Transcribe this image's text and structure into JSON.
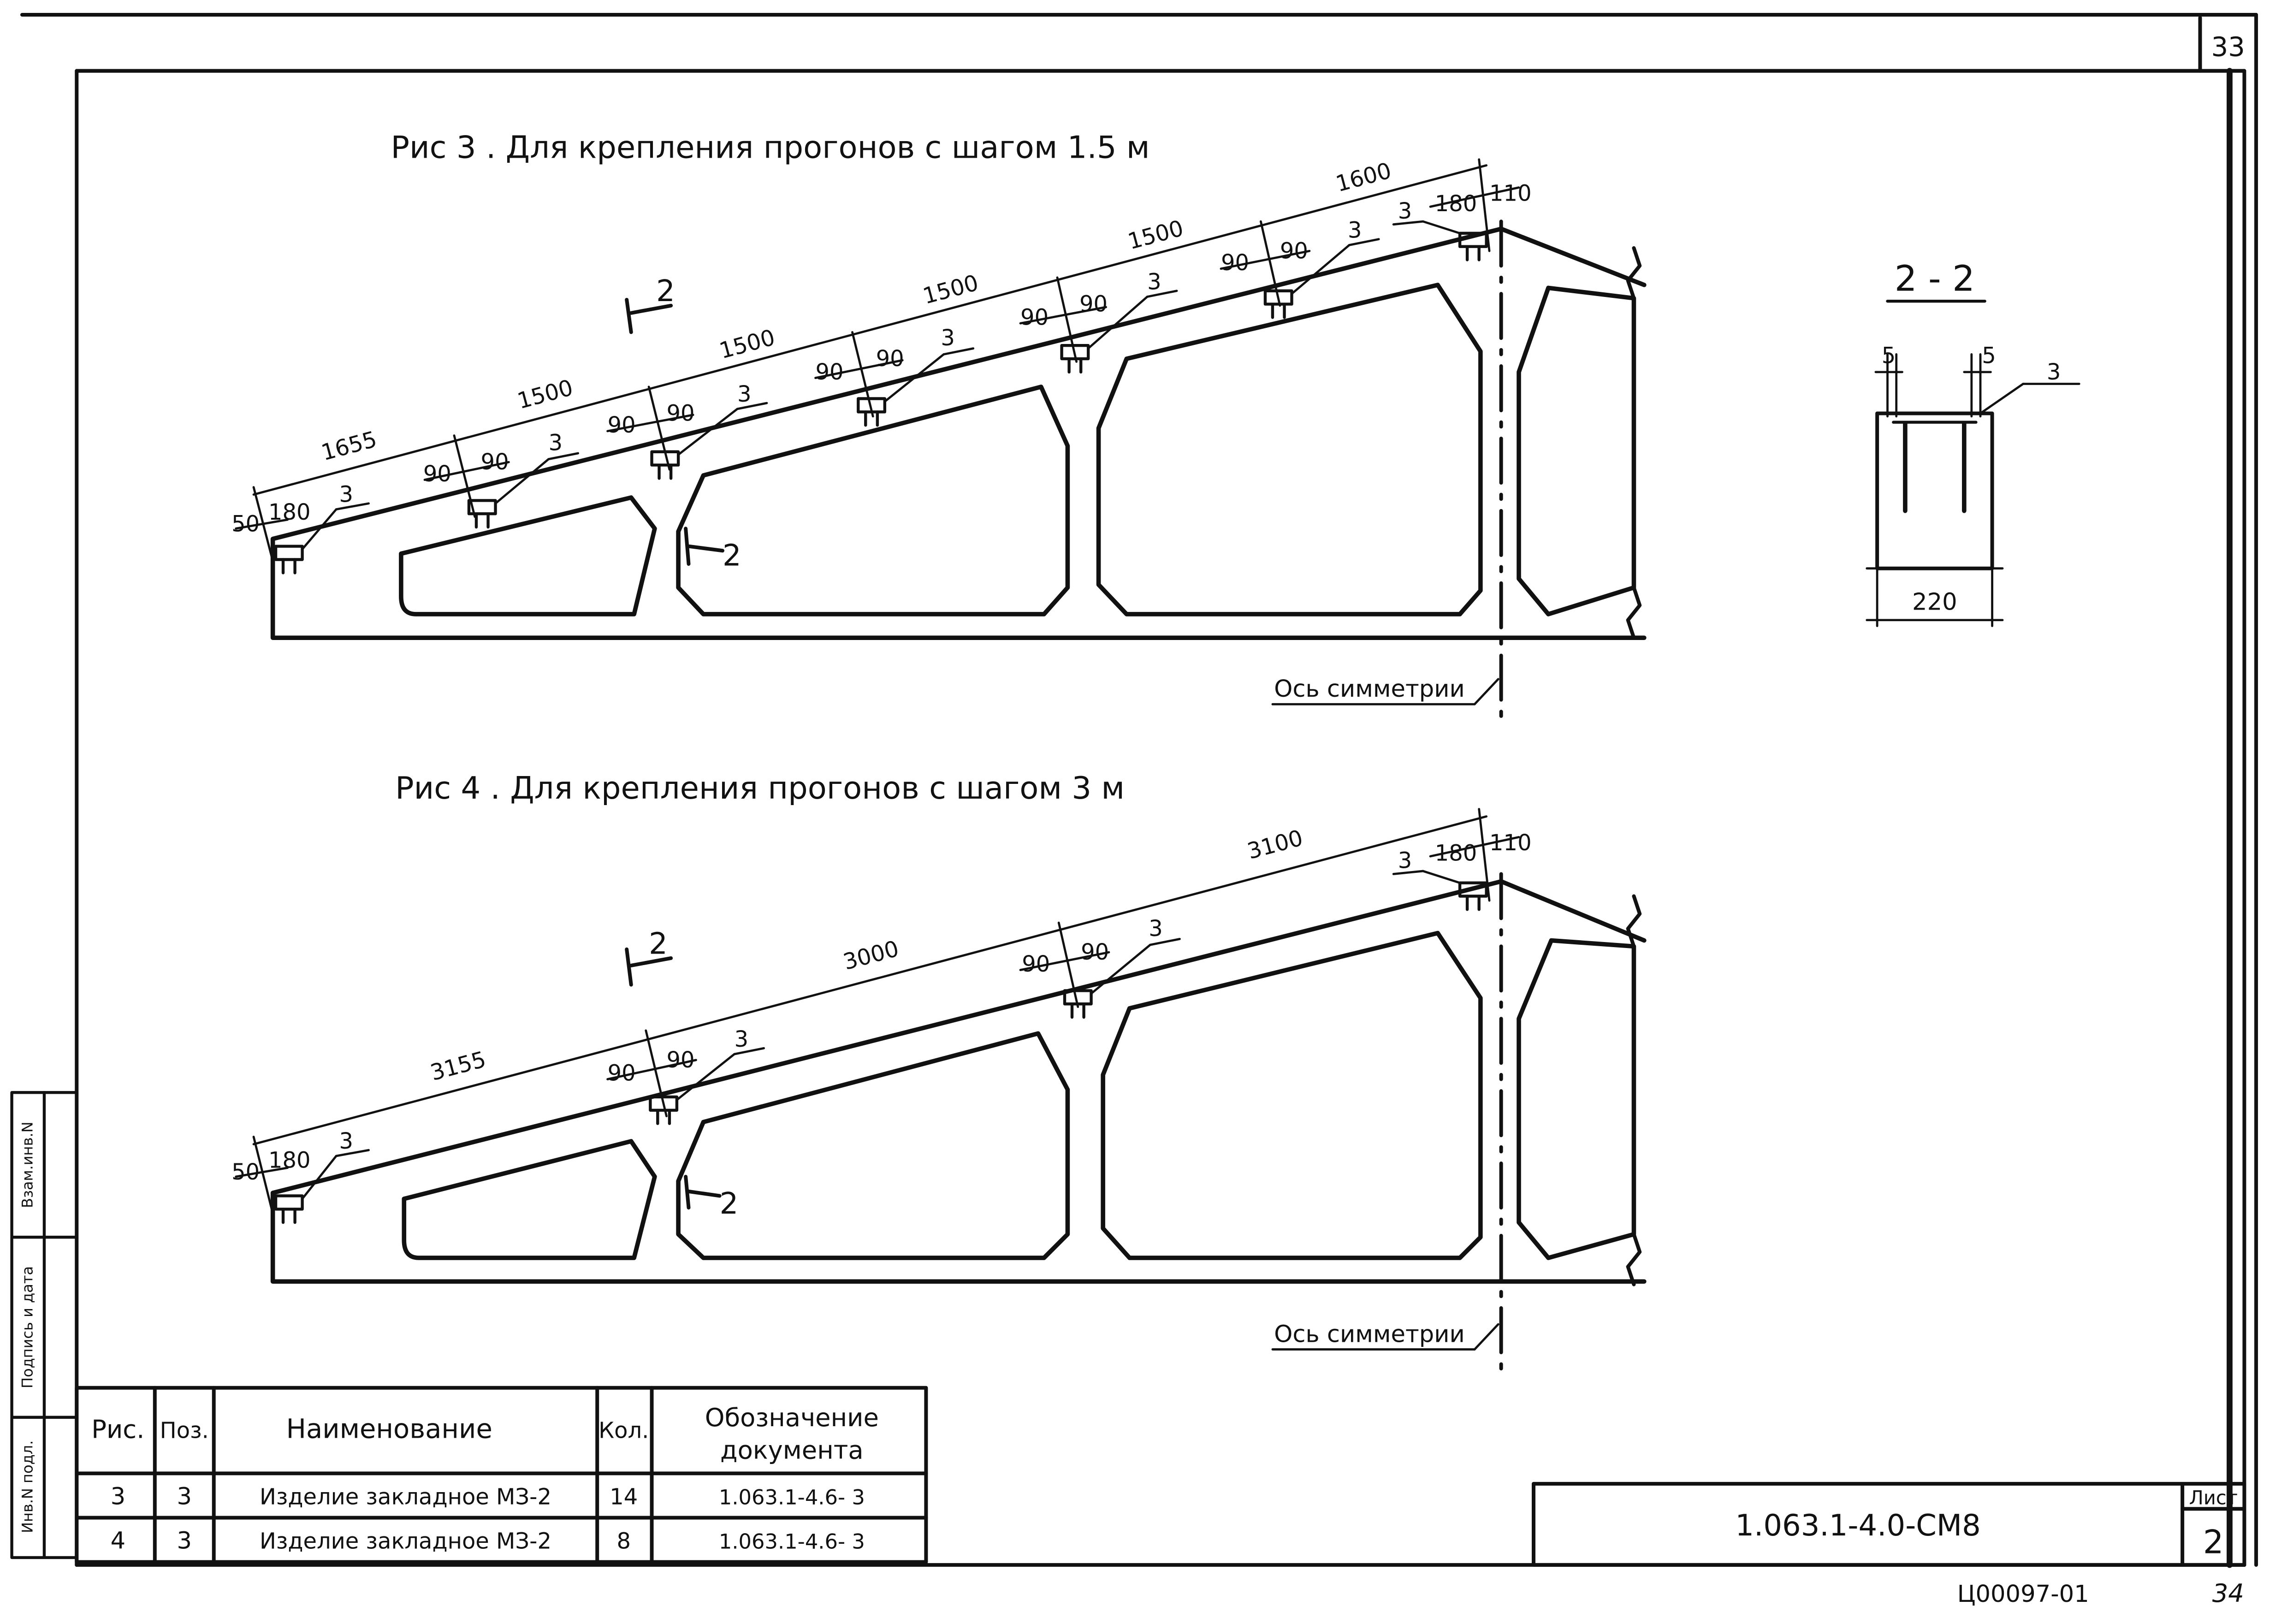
{
  "sheet": {
    "top_number": "33",
    "bottom_number": "34",
    "code": "Ц00097-01",
    "designation": "1.063.1-4.0-СМ8",
    "sheet_label": "Лист",
    "sheet_value": "2"
  },
  "side_stamp": {
    "cells": [
      "Взам.инв.N",
      "Подпись и дата",
      "Инв.N подл."
    ]
  },
  "figures": [
    {
      "title": "Рис 3 . Для крепления прогонов с шагом 1.5 м",
      "dims_top": [
        "1655",
        "1500",
        "1500",
        "1500",
        "1500",
        "1600"
      ],
      "dims_small": [
        "50",
        "180",
        "90",
        "90",
        "90",
        "90",
        "90",
        "90",
        "90",
        "90",
        "90",
        "90",
        "180",
        "110"
      ],
      "pos_labels": [
        "3",
        "3",
        "3",
        "3",
        "3",
        "3",
        "3"
      ],
      "section_marks": [
        "2",
        "2"
      ],
      "axis_label": "Ось симметрии"
    },
    {
      "title": "Рис 4 . Для крепления прогонов с шагом 3 м",
      "dims_top": [
        "3155",
        "3000",
        "3100"
      ],
      "dims_small": [
        "50",
        "180",
        "90",
        "90",
        "90",
        "90",
        "180",
        "110"
      ],
      "pos_labels": [
        "3",
        "3",
        "3",
        "3"
      ],
      "section_marks": [
        "2",
        "2"
      ],
      "axis_label": "Ось симметрии"
    }
  ],
  "section": {
    "title": "2 - 2",
    "dims": [
      "5",
      "5",
      "220"
    ],
    "pos_label": "3"
  },
  "table": {
    "headers": [
      "Рис.",
      "Поз.",
      "Наименование",
      "Кол.",
      "Обозначение",
      "документа"
    ],
    "rows": [
      [
        "3",
        "3",
        "Изделие закладное МЗ-2",
        "14",
        "1.063.1-4.6- 3"
      ],
      [
        "4",
        "3",
        "Изделие закладное МЗ-2",
        "8",
        "1.063.1-4.6- 3"
      ]
    ]
  }
}
